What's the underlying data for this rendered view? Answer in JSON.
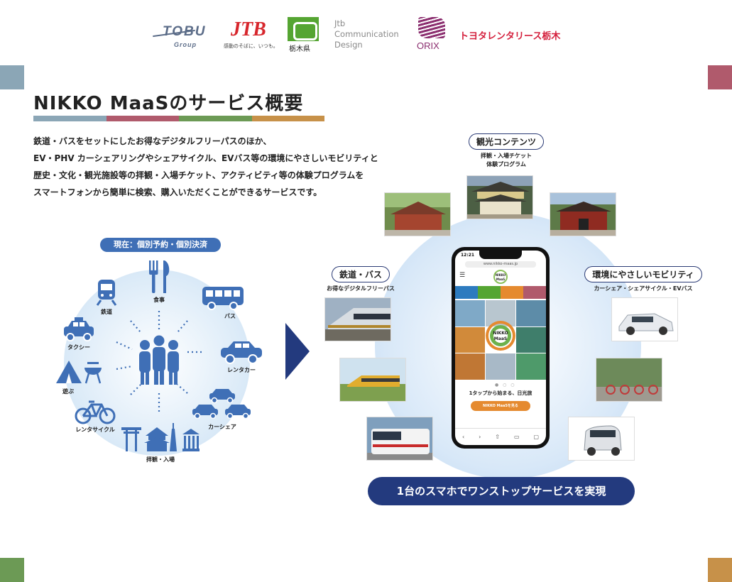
{
  "logos": {
    "tobu_main": "TOBU",
    "tobu_sub": "Group",
    "jtb_main": "JTB",
    "jtb_tagline": "感動のそばに、いつも。",
    "tochigi": "栃木県",
    "jcd_line1": "Jtb",
    "jcd_line2": "Communication",
    "jcd_line3": "Design",
    "orix": "ORIX",
    "toyota_rent": "トヨタレンタリース栃木"
  },
  "title": "NIKKO MaaSのサービス概要",
  "title_bar_colors": [
    "#8ba6b6",
    "#b05a6c",
    "#6c9a55",
    "#c79149"
  ],
  "intro": [
    "鉄道・バスをセットにしたお得なデジタルフリーパスのほか、",
    "EV・PHV カーシェアリングやシェアサイクル、EVバス等の環境にやさしいモビリティと",
    "歴史・文化・観光施設等の拝観・入場チケット、アクティビティ等の体験プログラムを",
    "スマートフォンから簡単に検索、購入いただくことができるサービスです。"
  ],
  "current": {
    "label": "現在：個別予約・個別決済",
    "items": {
      "train": "鉄道",
      "meal": "食事",
      "bus": "バス",
      "taxi": "タクシー",
      "rentacar": "レンタカー",
      "play": "遊ぶ",
      "cycle": "レンタサイクル",
      "carshare": "カーシェア",
      "sightseeing": "拝観・入場"
    }
  },
  "categories": {
    "tourism": {
      "title": "観光コンテンツ",
      "sub1": "拝観・入場チケット",
      "sub2": "体験プログラム"
    },
    "rail_bus": {
      "title": "鉄道・バス",
      "sub1": "お得なデジタルフリーパス"
    },
    "eco": {
      "title": "環境にやさしいモビリティ",
      "sub1": "カーシェア・シェアサイクル・EVバス"
    }
  },
  "phone": {
    "time": "12:21",
    "url": "www.nikko-maas.jp",
    "logo": "NIKKO MaaS",
    "catch": "1タップから始まる、日光旅",
    "button": "NIKKO MaaSを見る",
    "tab_colors": [
      "#2d7bbf",
      "#55a532",
      "#e58a2f",
      "#b05a6c"
    ]
  },
  "cta": "1台のスマホでワンストップサービスを実現",
  "colors": {
    "navy": "#233a7e",
    "icon_blue": "#3f6fb6"
  }
}
